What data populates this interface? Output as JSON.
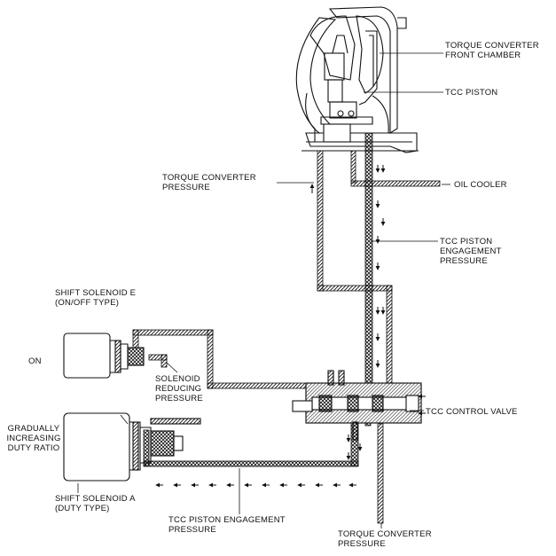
{
  "labels": {
    "front_chamber": [
      "TORQUE CONVERTER",
      "FRONT CHAMBER"
    ],
    "tcc_piston": "TCC PISTON",
    "tc_pressure_top": [
      "TORQUE CONVERTER",
      "PRESSURE"
    ],
    "oil_cooler": "OIL COOLER",
    "tcc_engagement_right": [
      "TCC PISTON",
      "ENGAGEMENT",
      "PRESSURE"
    ],
    "solenoid_e": [
      "SHIFT SOLENOID E",
      "(ON/OFF TYPE)"
    ],
    "on": "ON",
    "solenoid_reducing": [
      "SOLENOID",
      "REDUCING",
      "PRESSURE"
    ],
    "tcc_control_valve": "TCC CONTROL VALVE",
    "gradually": [
      "GRADUALLY",
      "INCREASING",
      "DUTY RATIO"
    ],
    "solenoid_a": [
      "SHIFT SOLENOID A",
      "(DUTY TYPE)"
    ],
    "tcc_engagement_bottom": [
      "TCC PISTON ENGAGEMENT",
      "PRESSURE"
    ],
    "tc_pressure_bottom": [
      "TORQUE CONVERTER",
      "PRESSURE"
    ]
  },
  "colors": {
    "line": "#111111",
    "background": "#ffffff"
  }
}
